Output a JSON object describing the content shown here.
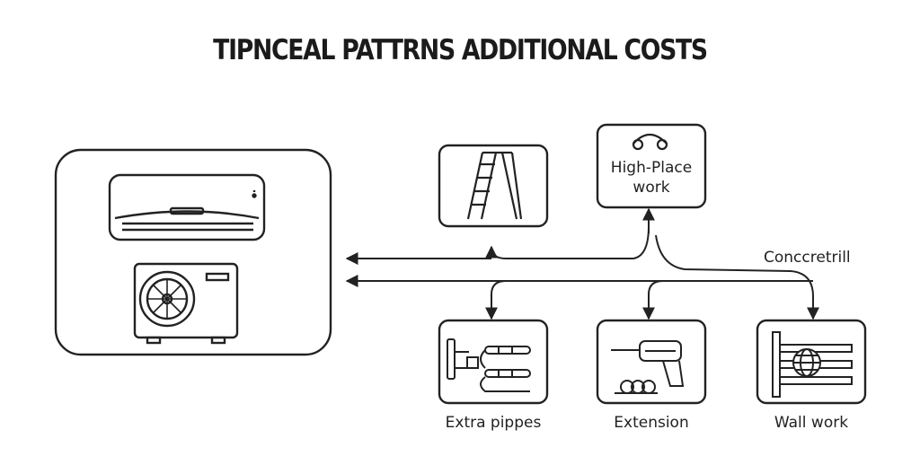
{
  "title": "TIPNCEAL PATTRNS ADDITIONAL COSTS",
  "nodes": {
    "ladder": {
      "icon": "ladder-icon"
    },
    "high_place": {
      "line1": "High-Place",
      "line2": "work",
      "icon": "pulley-icon"
    },
    "extra_pipes": {
      "label": "Extra pippes",
      "icon": "pipes-icon"
    },
    "extension": {
      "label": "Extension",
      "icon": "drill-icon"
    },
    "wall_work": {
      "label": "Wall work",
      "icon": "wall-globe-icon"
    }
  },
  "annotation": "Conccretrill",
  "colors": {
    "stroke": "#222222",
    "background": "#ffffff"
  }
}
